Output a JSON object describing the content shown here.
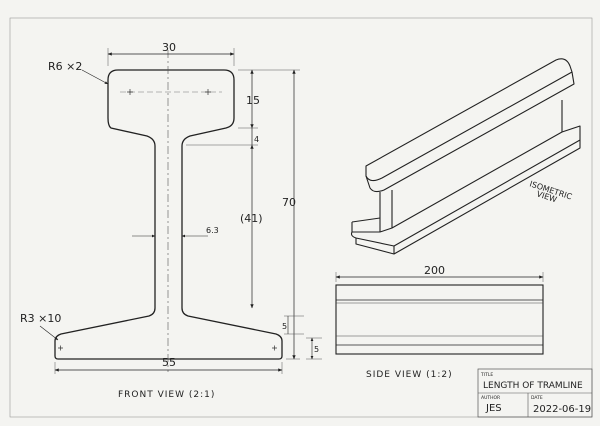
{
  "drawing": {
    "front_view": {
      "caption": "FRONT VIEW (2:1)",
      "dims": {
        "head_width": "30",
        "total_height": "70",
        "head_height": "15",
        "neck_gap": "4",
        "web_height": "(41)",
        "web_thickness": "6.3",
        "foot_height": "5",
        "foot_edge": "5",
        "base_width": "55",
        "head_radius": "R6 ×2",
        "foot_radius": "R3 ×10"
      }
    },
    "isometric_view": {
      "caption_line1": "ISOMETRIC",
      "caption_line2": "VIEW"
    },
    "side_view": {
      "caption": "SIDE VIEW (1:2)",
      "length": "200"
    },
    "title_block": {
      "title_label": "TITLE",
      "title": "LENGTH OF TRAMLINE",
      "author_label": "AUTHOR",
      "author": "JES",
      "date_label": "DATE",
      "date": "2022-06-19"
    }
  },
  "colors": {
    "paper": "#f4f4f1",
    "ink": "#222222",
    "light_ink": "#555555"
  }
}
